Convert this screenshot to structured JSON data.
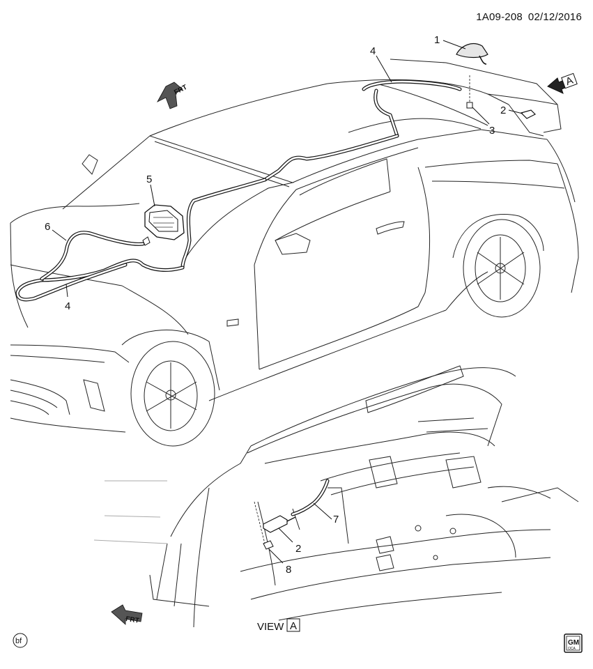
{
  "header": {
    "diagram_id": "1A09-208",
    "date": "02/12/2016"
  },
  "callouts": {
    "c1": "1",
    "c2_top": "2",
    "c3": "3",
    "c4_top": "4",
    "c4_front": "4",
    "c5": "5",
    "c6": "6",
    "c7": "7",
    "c2_bottom": "2",
    "c8": "8"
  },
  "frt_label": "FRT",
  "view_marker": "A",
  "view_label": {
    "text": "VIEW",
    "letter": "A"
  },
  "bf_badge": "bf",
  "gm_badge": {
    "top": "GM",
    "bottom": "OCA"
  },
  "icons": [
    "frt-arrow-icon",
    "view-a-arrow-icon",
    "gm-logo-icon",
    "bf-badge-icon"
  ]
}
